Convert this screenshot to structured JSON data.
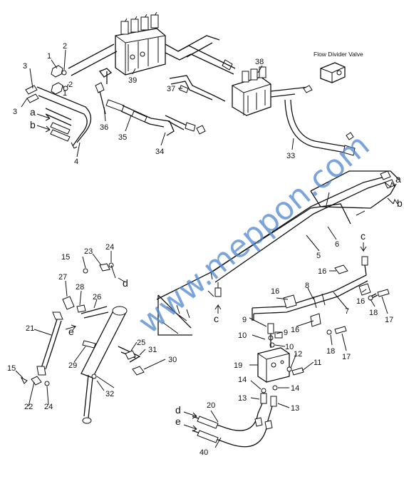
{
  "diagram": {
    "caption": "Flow Divider Valve",
    "watermark": "www.meppon.com",
    "letters": {
      "a1": "a",
      "b1": "b",
      "a2": "a",
      "b2": "b",
      "c1": "c",
      "c2": "c",
      "d1": "d",
      "e1": "e",
      "d2": "d",
      "e2": "e"
    },
    "labels": {
      "n1a": "1",
      "n1b": "1",
      "n2a": "2",
      "n2b": "2",
      "n3a": "3",
      "n3b": "3",
      "n4": "4",
      "n5": "5",
      "n6": "6",
      "n7": "7",
      "n8": "8",
      "n9a": "9",
      "n9b": "9",
      "n10a": "10",
      "n10b": "10",
      "n11": "11",
      "n12": "12",
      "n13a": "13",
      "n13b": "13",
      "n14a": "14",
      "n14b": "14",
      "n15a": "15",
      "n15b": "15",
      "n16a": "16",
      "n16b": "16",
      "n16c": "16",
      "n16d": "16",
      "n17a": "17",
      "n17b": "17",
      "n18a": "18",
      "n18b": "18",
      "n19": "19",
      "n20": "20",
      "n21": "21",
      "n22": "22",
      "n23": "23",
      "n24a": "24",
      "n24b": "24",
      "n25": "25",
      "n26": "26",
      "n27": "27",
      "n28": "28",
      "n29": "29",
      "n30": "30",
      "n31": "31",
      "n32": "32",
      "n33": "33",
      "n34": "34",
      "n35": "35",
      "n36": "36",
      "n37": "37",
      "n38": "38",
      "n39": "39",
      "n40": "40"
    }
  }
}
